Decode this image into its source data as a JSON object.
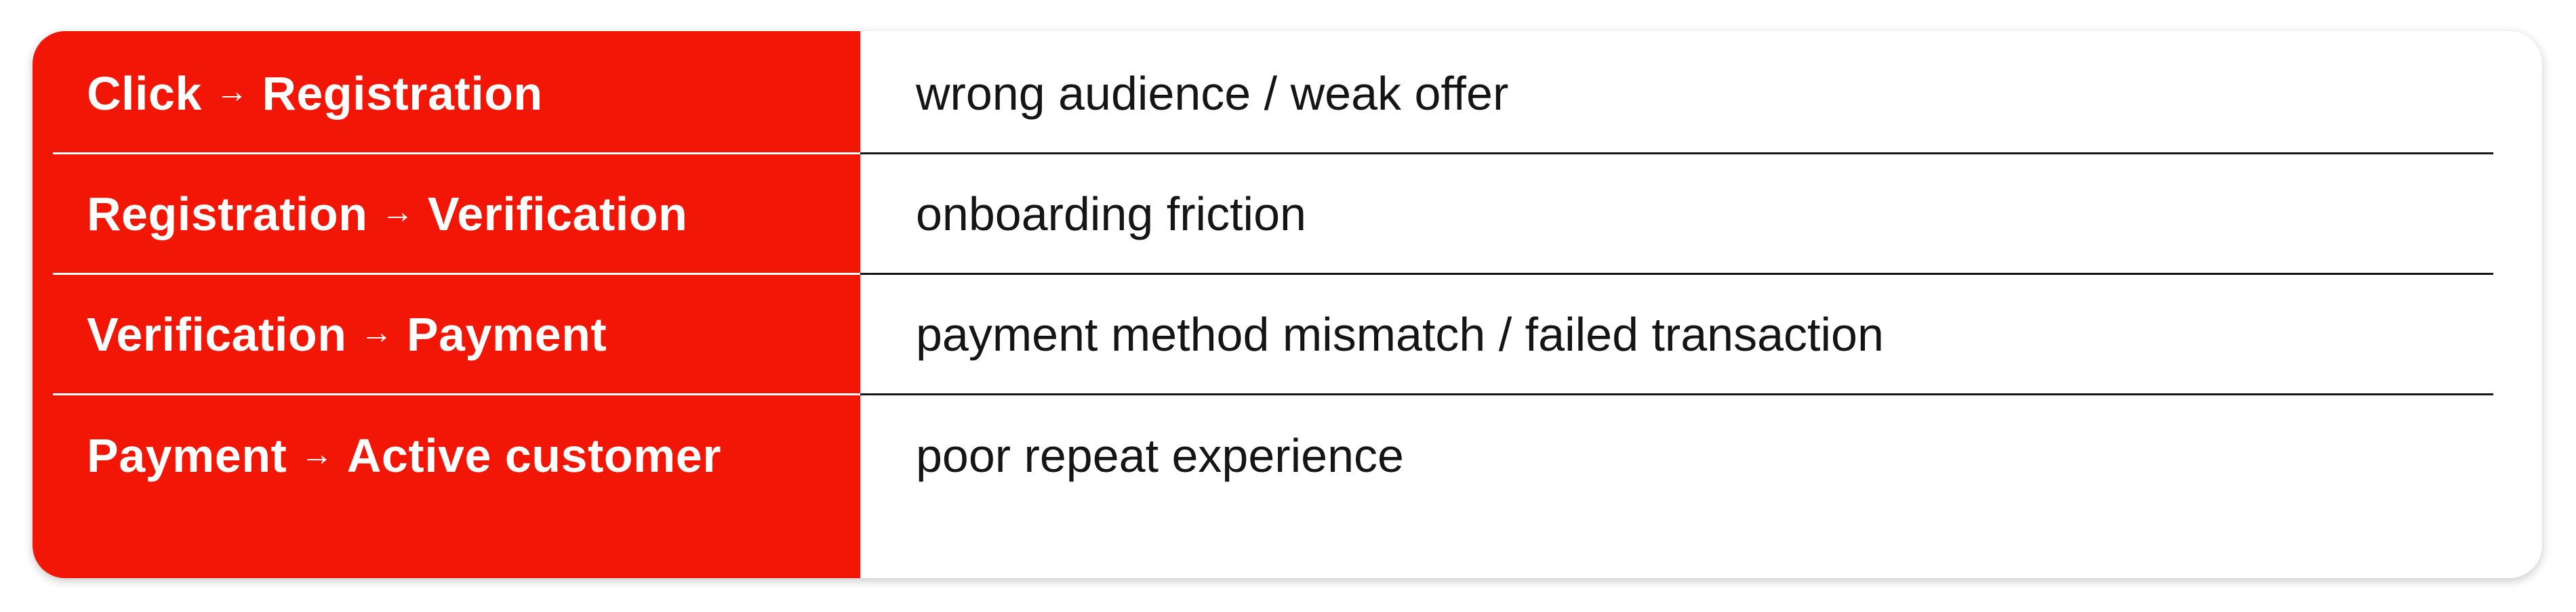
{
  "rows": [
    {
      "from": "Click",
      "arrow": "→",
      "to": "Registration",
      "issue": "wrong audience / weak offer"
    },
    {
      "from": "Registration",
      "arrow": "→",
      "to": "Verification",
      "issue": "onboarding friction"
    },
    {
      "from": "Verification",
      "arrow": "→",
      "to": "Payment",
      "issue": "payment method mismatch / failed transaction"
    },
    {
      "from": "Payment",
      "arrow": "→",
      "to": "Active customer",
      "issue": "poor repeat experience"
    }
  ],
  "colors": {
    "accent": "#f11605",
    "text_light": "#ffffff",
    "text_dark": "#151515",
    "background": "#ffffff"
  }
}
